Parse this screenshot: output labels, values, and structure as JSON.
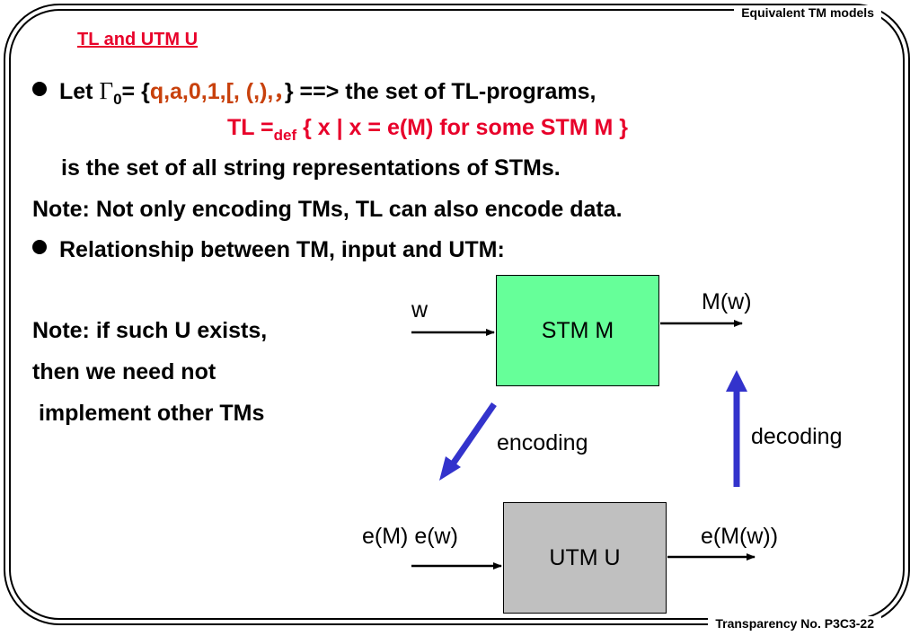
{
  "header": {
    "label": "Equivalent TM models"
  },
  "footer": {
    "label": "Transparency No. P3C3-22"
  },
  "title": "TL and UTM U",
  "bullet1": {
    "let": "Let ",
    "gamma": "Γ",
    "gamma_sub": "0",
    "eq_open": "= {",
    "symbols": "q,a,0,1,[, (,),",
    "comma_glyph": "，",
    "close_arrow": "} ==>  the set of TL-programs,"
  },
  "definition": {
    "lhs": "TL =",
    "sub": "def",
    "rhs": " { x | x = e(M) for some STM M }"
  },
  "line3": "is the set of all string representations of STMs.",
  "note1": "Note: Not only encoding TMs, TL can also encode data.",
  "bullet2": "Relationship between TM, input and UTM:",
  "side_note": {
    "line1": "Note: if such U exists,",
    "line2": "then we need not",
    "line3": " implement other TMs"
  },
  "diagram": {
    "stm_box": "STM M",
    "utm_box": "UTM U",
    "input_w": "w",
    "output_mw": "M(w)",
    "encoding": "encoding",
    "decoding": "decoding",
    "utm_input": "e(M) e(w)",
    "utm_output": "e(M(w))"
  },
  "colors": {
    "title_red": "#e8002a",
    "symbols_orange": "#c8410c",
    "stm_fill": "#66ff99",
    "utm_fill": "#c0c0c0",
    "arrow_blue": "#3333cc"
  }
}
